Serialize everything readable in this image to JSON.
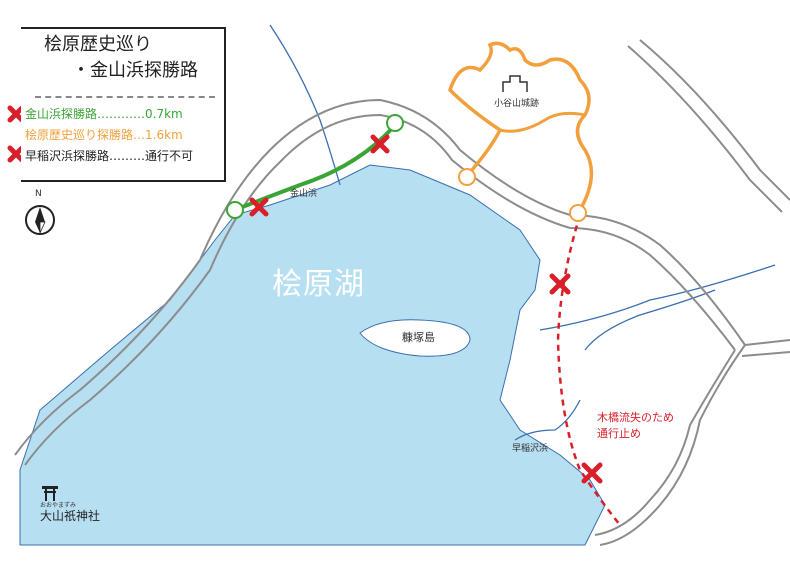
{
  "legend": {
    "title_line1": "桧原歴史巡り",
    "title_line2": "・金山浜探勝路",
    "routes": [
      {
        "label": "金山浜探勝路…………0.7km",
        "color": "#3aa535",
        "closed": true
      },
      {
        "label": "桧原歴史巡り探勝路…1.6km",
        "color": "#f2a03d",
        "closed": false
      },
      {
        "label": "早稲沢浜探勝路………通行不可",
        "color": "#222222",
        "closed": true
      }
    ]
  },
  "compass": {
    "label": "N"
  },
  "labels": {
    "lake": "桧原湖",
    "island": "糠塚島",
    "kanayamahama": "金山浜",
    "castle": "小谷山城跡",
    "wasezawahama": "早稲沢浜",
    "closure_note_line1": "木橋流失のため",
    "closure_note_line2": "通行止め",
    "shrine_ruby": "おおやまずみ",
    "shrine": "大山祇神社"
  },
  "colors": {
    "lake": "#b7dff2",
    "road": "#8c8c8c",
    "river": "#3a6fb0",
    "green_route": "#3aa535",
    "orange_route": "#f2a03d",
    "closed_route": "#d9202a"
  },
  "icons": [
    "compass-icon",
    "torii-icon",
    "castle-icon",
    "closed-x-icon"
  ]
}
